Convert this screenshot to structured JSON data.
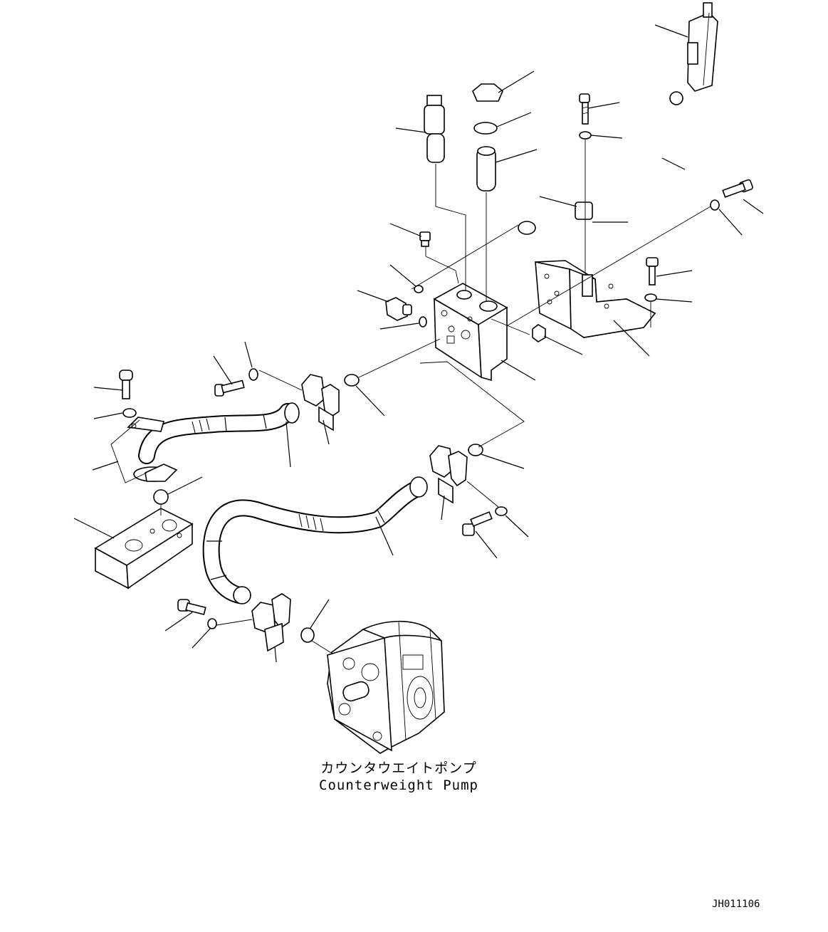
{
  "caption": {
    "japanese": "カウンタウエイトポンプ",
    "english": "Counterweight Pump"
  },
  "drawing_id": "JH011106"
}
